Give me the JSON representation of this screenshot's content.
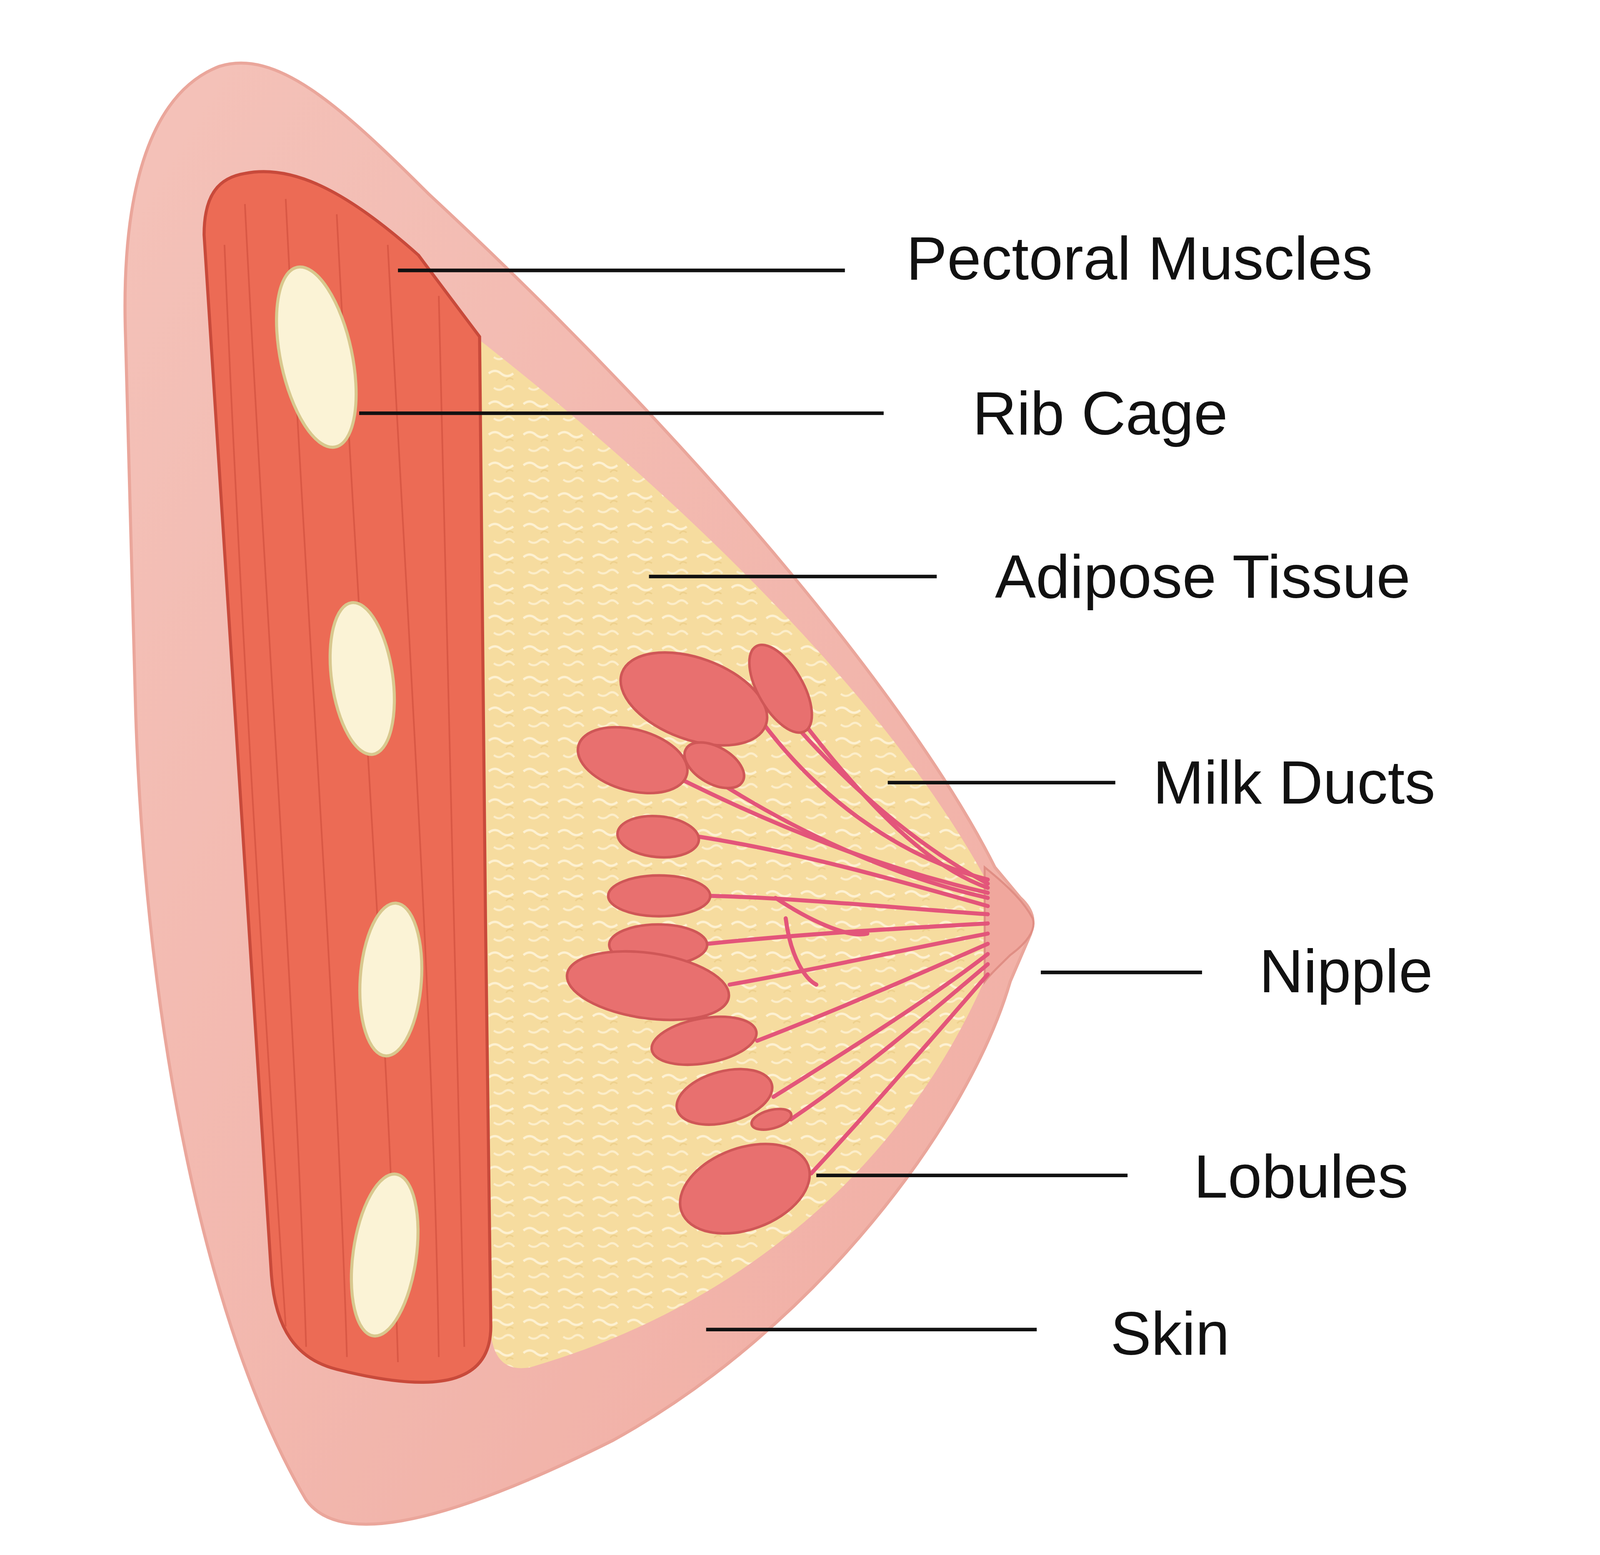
{
  "diagram": {
    "labels": [
      "Pectoral Muscles",
      "Rib Cage",
      "Adipose Tissue",
      "Milk Ducts",
      "Nipple",
      "Lobules",
      "Skin"
    ]
  }
}
